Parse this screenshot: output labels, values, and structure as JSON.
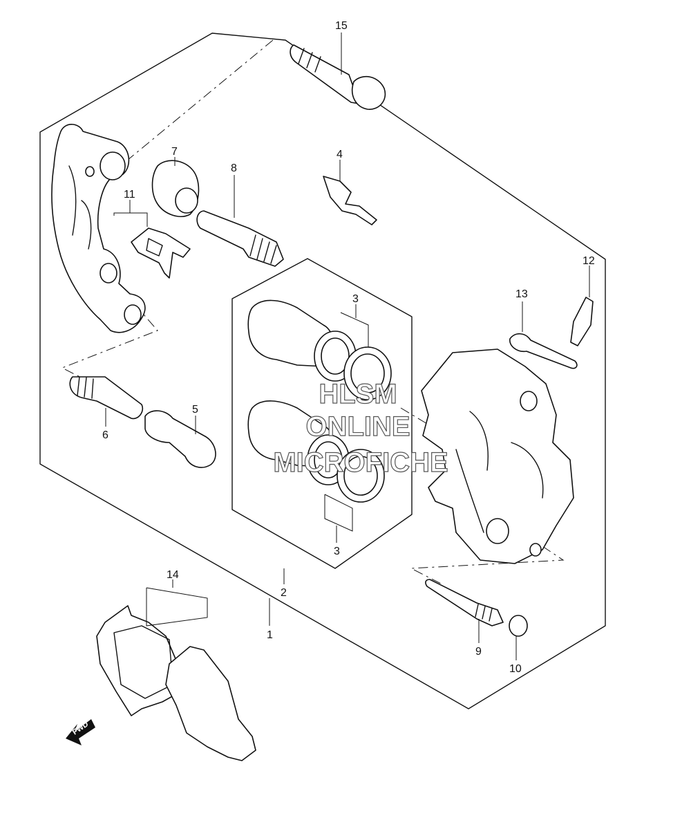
{
  "callouts": {
    "c1": "1",
    "c2": "2",
    "c3a": "3",
    "c3b": "3",
    "c4": "4",
    "c5": "5",
    "c6": "6",
    "c7": "7",
    "c8": "8",
    "c9": "9",
    "c10": "10",
    "c11": "11",
    "c12": "12",
    "c13": "13",
    "c14": "14",
    "c15": "15"
  },
  "watermark": {
    "line1": "HLSM",
    "line2": "ONLINE",
    "line3": "MICROFICHE"
  },
  "direction_arrow": {
    "label": "FWD",
    "icon": "arrow-forward-icon"
  }
}
